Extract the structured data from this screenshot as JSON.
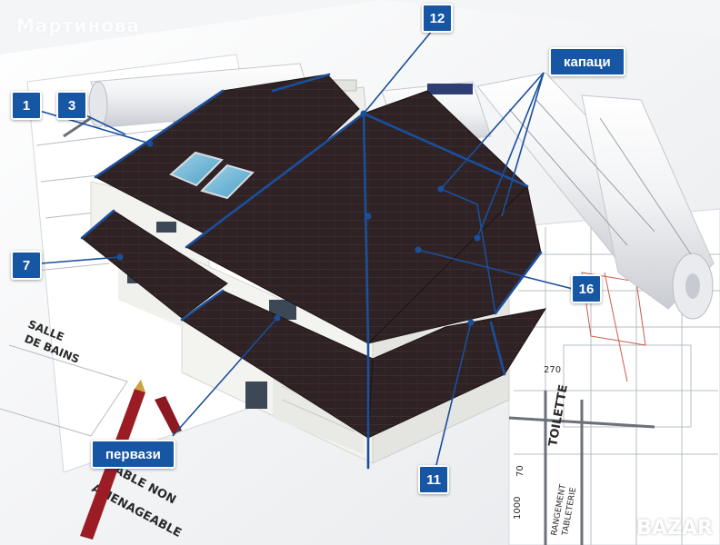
{
  "watermark": "Мартинова",
  "brand": "BAZAR",
  "plan_labels": {
    "bathroom_1": "SALLE",
    "bathroom_2": "DE BAINS",
    "toilet": "TOILETTE",
    "storage_1": "RANGEMENT",
    "storage_2": "TABLETERIE",
    "furniture_1": "ABLE NON",
    "furniture_2": "AMENAGEABLE",
    "dim_1": "270",
    "dim_2": "1000",
    "dim_3": "70"
  },
  "callouts": [
    {
      "id": "1",
      "text": "1"
    },
    {
      "id": "3",
      "text": "3"
    },
    {
      "id": "7",
      "text": "7"
    },
    {
      "id": "11",
      "text": "11"
    },
    {
      "id": "12",
      "text": "12"
    },
    {
      "id": "16",
      "text": "16"
    },
    {
      "id": "kapaci",
      "text": "капаци"
    },
    {
      "id": "pervazi",
      "text": "первази"
    }
  ],
  "colors": {
    "accent": "#1756a3",
    "roof": "#2f2224",
    "wall": "#f3f3f0",
    "line": "#1a4f9c"
  }
}
